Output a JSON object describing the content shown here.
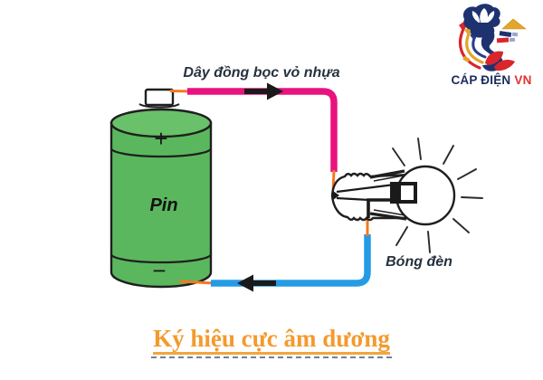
{
  "diagram": {
    "wire_label": "Dây đồng bọc vỏ nhựa",
    "battery": {
      "label": "Pin",
      "positive_symbol": "+",
      "negative_symbol": "−"
    },
    "bulb_label": "Bóng đèn",
    "caption": "Ký hiệu cực âm dương"
  },
  "logo": {
    "brand": "CÁP ĐIỆN",
    "suffix": "VN"
  },
  "colors": {
    "live_wire_pink": "#E8137E",
    "neutral_wire_blue": "#259BE5",
    "copper_wire_orange": "#F47824",
    "battery_green": "#5BB75E",
    "caption_orange": "#F49A2E",
    "logo_navy": "#1E3270",
    "logo_red": "#E43330"
  }
}
